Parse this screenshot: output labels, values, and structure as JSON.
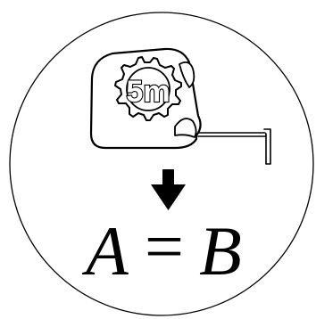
{
  "icon": {
    "name": "tape-measure-icon",
    "label": "5m"
  },
  "arrow": {
    "name": "arrow-down-icon"
  },
  "equation": {
    "left": "A",
    "operator": "=",
    "right": "B"
  },
  "colors": {
    "stroke": "#000000",
    "background": "#ffffff"
  }
}
